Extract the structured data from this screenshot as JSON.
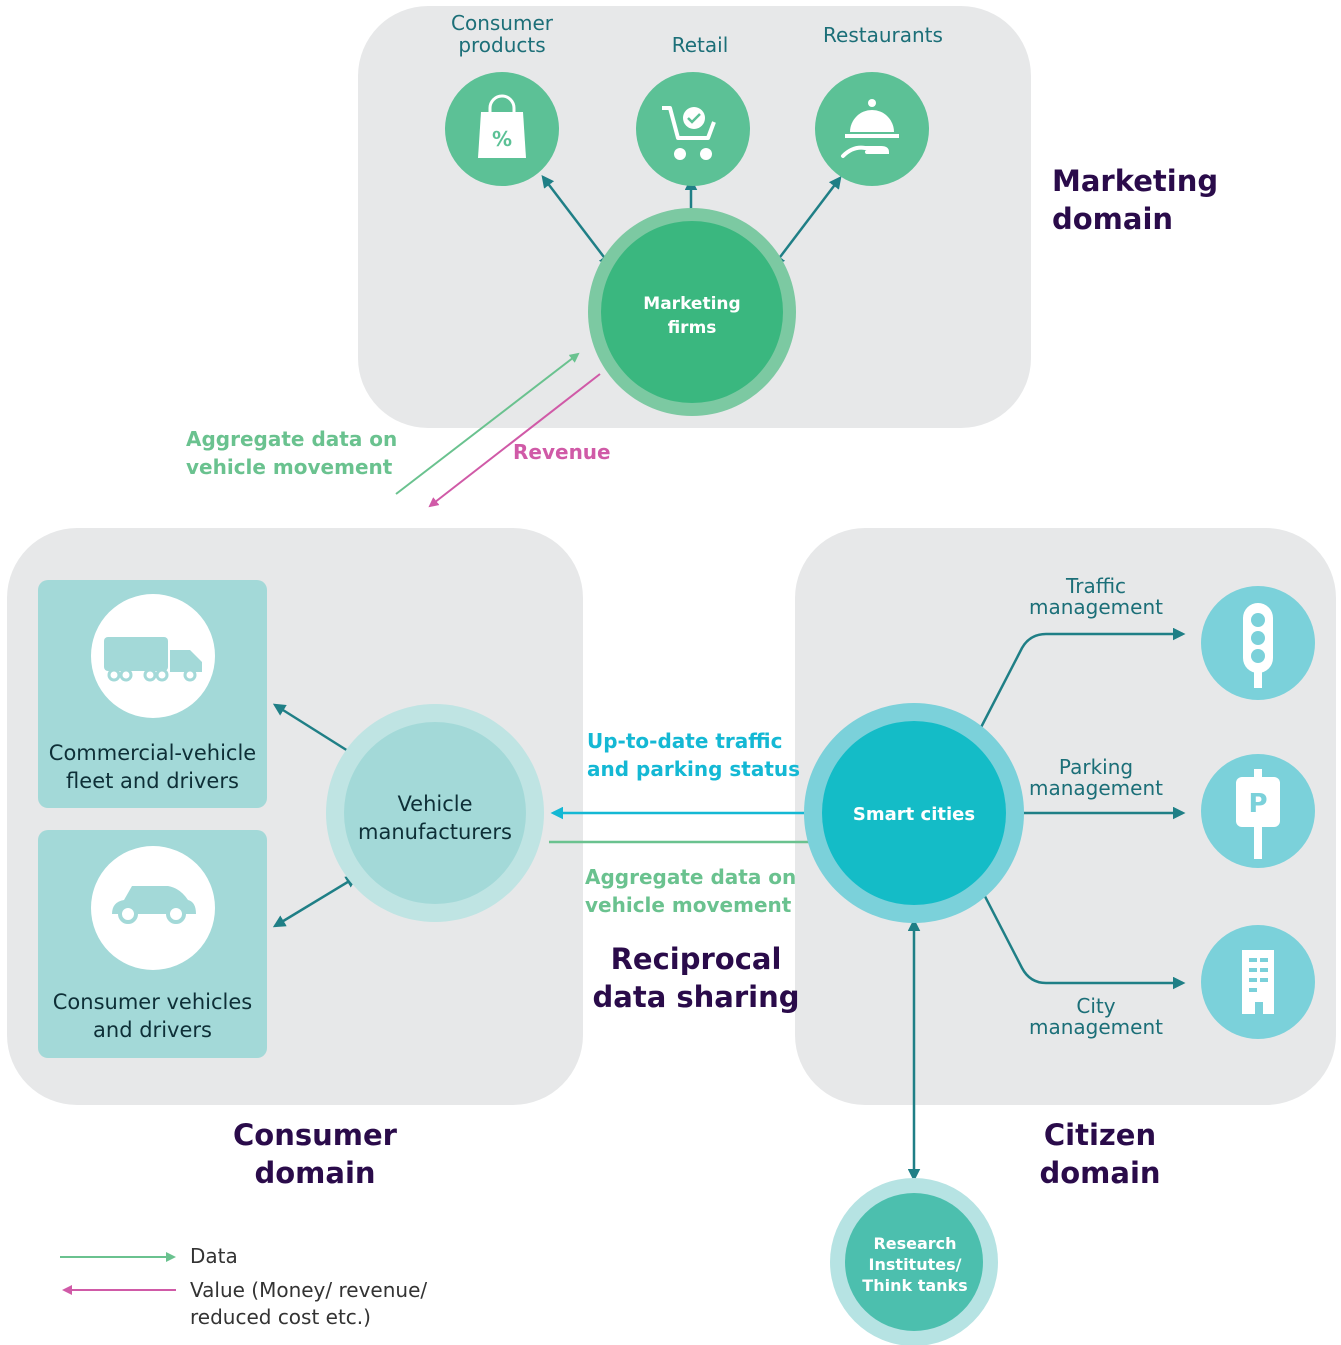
{
  "domains": {
    "marketing": "Marketing\ndomain",
    "consumer": "Consumer\ndomain",
    "citizen": "Citizen\ndomain",
    "reciprocal": "Reciprocal\ndata sharing"
  },
  "marketing": {
    "consumer_products": "Consumer\nproducts",
    "retail": "Retail",
    "restaurants": "Restaurants",
    "hub": "Marketing\nfirms"
  },
  "consumer": {
    "commercial": "Commercial-vehicle\nfleet and drivers",
    "consumer_vehicles": "Consumer vehicles\nand drivers",
    "hub": "Vehicle\nmanufacturers"
  },
  "citizen": {
    "hub": "Smart cities",
    "traffic": "Traffic\nmanagement",
    "parking": "Parking\nmanagement",
    "city": "City\nmanagement",
    "research": "Research\nInstitutes/\nThink tanks"
  },
  "flows": {
    "aggregate_top": "Aggregate data on\nvehicle movement",
    "revenue": "Revenue",
    "uptodate": "Up-to-date traffic\nand parking status",
    "aggregate_mid": "Aggregate data on\nvehicle movement"
  },
  "legend": {
    "data": "Data",
    "value": "Value (Money/ revenue/\nreduced cost etc.)"
  },
  "icons": {
    "consumer_products": "shopping-bag-percent-icon",
    "retail": "shopping-cart-icon",
    "restaurants": "serving-cloche-icon",
    "commercial": "truck-icon",
    "consumer_vehicles": "car-icon",
    "traffic": "traffic-light-icon",
    "parking": "parking-sign-icon",
    "city": "building-icon"
  },
  "colors": {
    "panel": "#e7e8e9",
    "green": "#5cc196",
    "green_dark": "#3ab77f",
    "teal_line": "#1f7f86",
    "cyan": "#14bcc7",
    "cyan_light": "#7bd1da",
    "mint": "#a3d9d8",
    "data_green": "#6ac28f",
    "value_pink": "#d05aa7",
    "title_purple": "#2a0b4a"
  }
}
